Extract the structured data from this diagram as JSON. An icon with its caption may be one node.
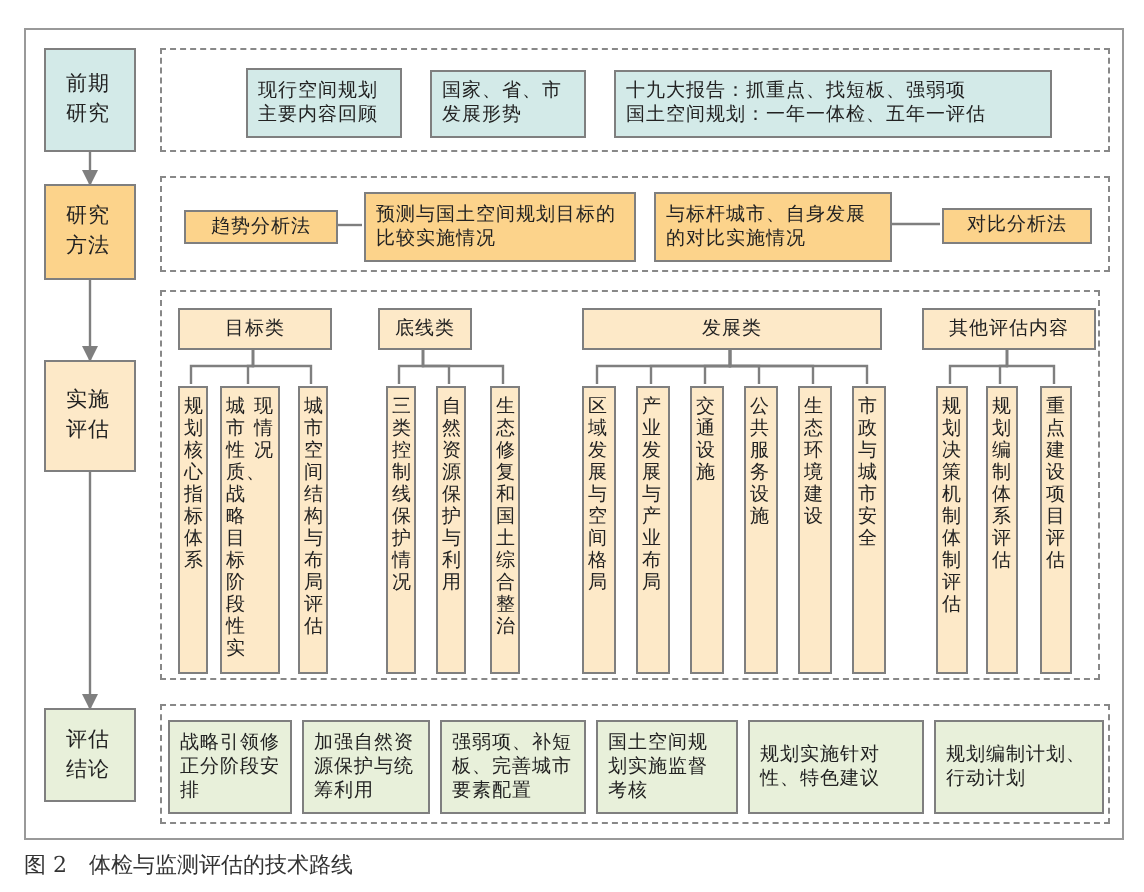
{
  "diagram": {
    "caption": "图 2　体检与监测评估的技术路线",
    "nodes": [
      {
        "text": [
          "前期研究"
        ]
      },
      {
        "text": [],
        "shape": "box"
      },
      {
        "text": [
          "现行空间规划主要内容回顾"
        ],
        "in": 1
      },
      {
        "text": [
          "国家、省、市发展形势"
        ],
        "in": 1
      },
      {
        "text": [
          "十九大报告：抓重点、找短板、强弱项",
          "国土空间规划：一年一体检、五年一评估"
        ],
        "in": 1
      },
      {
        "text": [
          "研究方法"
        ]
      },
      {
        "text": [],
        "shape": "box"
      },
      {
        "text": [
          "趋势分析法"
        ],
        "in": 6
      },
      {
        "text": [
          "预测与国土空间规划目标的比较实施情况"
        ],
        "in": 6
      },
      {
        "text": [
          "与标杆城市、自身发展的对比实施情况"
        ],
        "in": 6
      },
      {
        "text": [
          "对比分析法"
        ],
        "in": 6
      },
      {
        "text": [
          "实施评估"
        ]
      },
      {
        "text": [],
        "shape": "box"
      },
      {
        "text": [
          "目标类"
        ],
        "in": 12
      },
      {
        "text": [
          "规划核心指标体系"
        ],
        "in": 12
      },
      {
        "text": [
          "城市性质、战略目标阶段性实现情况"
        ],
        "in": 12
      },
      {
        "text": [
          "城市空间结构与布局评估"
        ],
        "in": 12
      },
      {
        "text": [
          "底线类"
        ],
        "in": 12
      },
      {
        "text": [
          "三类控制线保护情况"
        ],
        "in": 12
      },
      {
        "text": [
          "自然资源保护与利用"
        ],
        "in": 12
      },
      {
        "text": [
          "生态修复和国土综合整治"
        ],
        "in": 12
      },
      {
        "text": [
          "发展类"
        ],
        "in": 12
      },
      {
        "text": [
          "区域发展与空间格局"
        ],
        "in": 12
      },
      {
        "text": [
          "产业发展与产业布局"
        ],
        "in": 12
      },
      {
        "text": [
          "交通设施"
        ],
        "in": 12
      },
      {
        "text": [
          "公共服务设施"
        ],
        "in": 12
      },
      {
        "text": [
          "生态环境建设"
        ],
        "in": 12
      },
      {
        "text": [
          "市政与城市安全"
        ],
        "in": 12
      },
      {
        "text": [
          "其他评估内容"
        ],
        "in": 12
      },
      {
        "text": [
          "规划决策机制体制评估"
        ],
        "in": 12
      },
      {
        "text": [
          "规划编制体系评估"
        ],
        "in": 12
      },
      {
        "text": [
          "重点建设项目评估"
        ],
        "in": 12
      },
      {
        "text": [
          "评估结论"
        ]
      },
      {
        "text": [],
        "shape": "box"
      },
      {
        "text": [
          "战略引领修正分阶段安排"
        ],
        "in": 33
      },
      {
        "text": [
          "加强自然资源保护与统筹利用"
        ],
        "in": 33
      },
      {
        "text": [
          "强弱项、补短板、完善城市要素配置"
        ],
        "in": 33
      },
      {
        "text": [
          "国土空间规划实施监督考核"
        ],
        "in": 33
      },
      {
        "text": [
          "规划实施针对性、特色建议"
        ],
        "in": 33
      },
      {
        "text": [
          "规划编制计划、行动计划"
        ],
        "in": 33
      }
    ],
    "edges": [
      {
        "from": 0,
        "to": 5,
        "arrow": "to"
      },
      {
        "from": 5,
        "to": 11,
        "arrow": "to"
      },
      {
        "from": 11,
        "to": 32,
        "arrow": "to"
      },
      {
        "from": 7,
        "to": 8,
        "arrow": "none"
      },
      {
        "from": 9,
        "to": 10,
        "arrow": "none"
      },
      {
        "from": 13,
        "to": 14,
        "arrow": "none"
      },
      {
        "from": 13,
        "to": 15,
        "arrow": "none"
      },
      {
        "from": 13,
        "to": 16,
        "arrow": "none"
      },
      {
        "from": 17,
        "to": 18,
        "arrow": "none"
      },
      {
        "from": 17,
        "to": 19,
        "arrow": "none"
      },
      {
        "from": 17,
        "to": 20,
        "arrow": "none"
      },
      {
        "from": 21,
        "to": 22,
        "arrow": "none"
      },
      {
        "from": 21,
        "to": 23,
        "arrow": "none"
      },
      {
        "from": 21,
        "to": 24,
        "arrow": "none"
      },
      {
        "from": 21,
        "to": 25,
        "arrow": "none"
      },
      {
        "from": 21,
        "to": 26,
        "arrow": "none"
      },
      {
        "from": 21,
        "to": 27,
        "arrow": "none"
      },
      {
        "from": 28,
        "to": 29,
        "arrow": "none"
      },
      {
        "from": 28,
        "to": 30,
        "arrow": "none"
      },
      {
        "from": 28,
        "to": 31,
        "arrow": "none"
      }
    ]
  }
}
